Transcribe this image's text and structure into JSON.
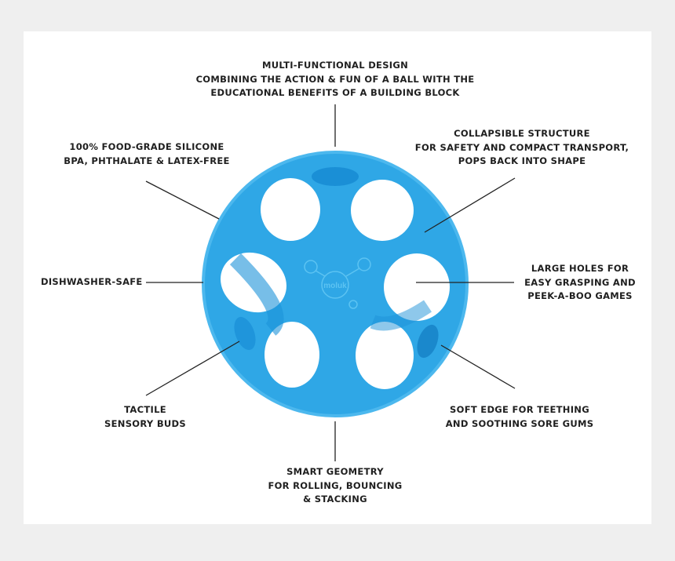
{
  "brand_logo": "moluk",
  "colors": {
    "ball": "#2fa7e6",
    "ball_dark": "#1787cc",
    "text": "#1f1f1f",
    "background": "#efefef",
    "panel": "#ffffff"
  },
  "callouts": {
    "top": [
      "MULTI-FUNCTIONAL DESIGN",
      "COMBINING THE ACTION & FUN OF A BALL WITH THE",
      "EDUCATIONAL BENEFITS OF A BUILDING BLOCK"
    ],
    "top_left": [
      "100% FOOD-GRADE SILICONE",
      "BPA, PHTHALATE & LATEX-FREE"
    ],
    "top_right": [
      "COLLAPSIBLE STRUCTURE",
      "FOR SAFETY AND COMPACT TRANSPORT,",
      "POPS BACK INTO SHAPE"
    ],
    "left": [
      "DISHWASHER-SAFE"
    ],
    "right": [
      "LARGE HOLES FOR",
      "EASY GRASPING AND",
      "PEEK-A-BOO GAMES"
    ],
    "bottom_left": [
      "TACTILE",
      "SENSORY BUDS"
    ],
    "bottom_right": [
      "SOFT EDGE FOR TEETHING",
      "AND SOOTHING SORE GUMS"
    ],
    "bottom": [
      "SMART GEOMETRY",
      "FOR ROLLING, BOUNCING",
      "& STACKING"
    ]
  }
}
